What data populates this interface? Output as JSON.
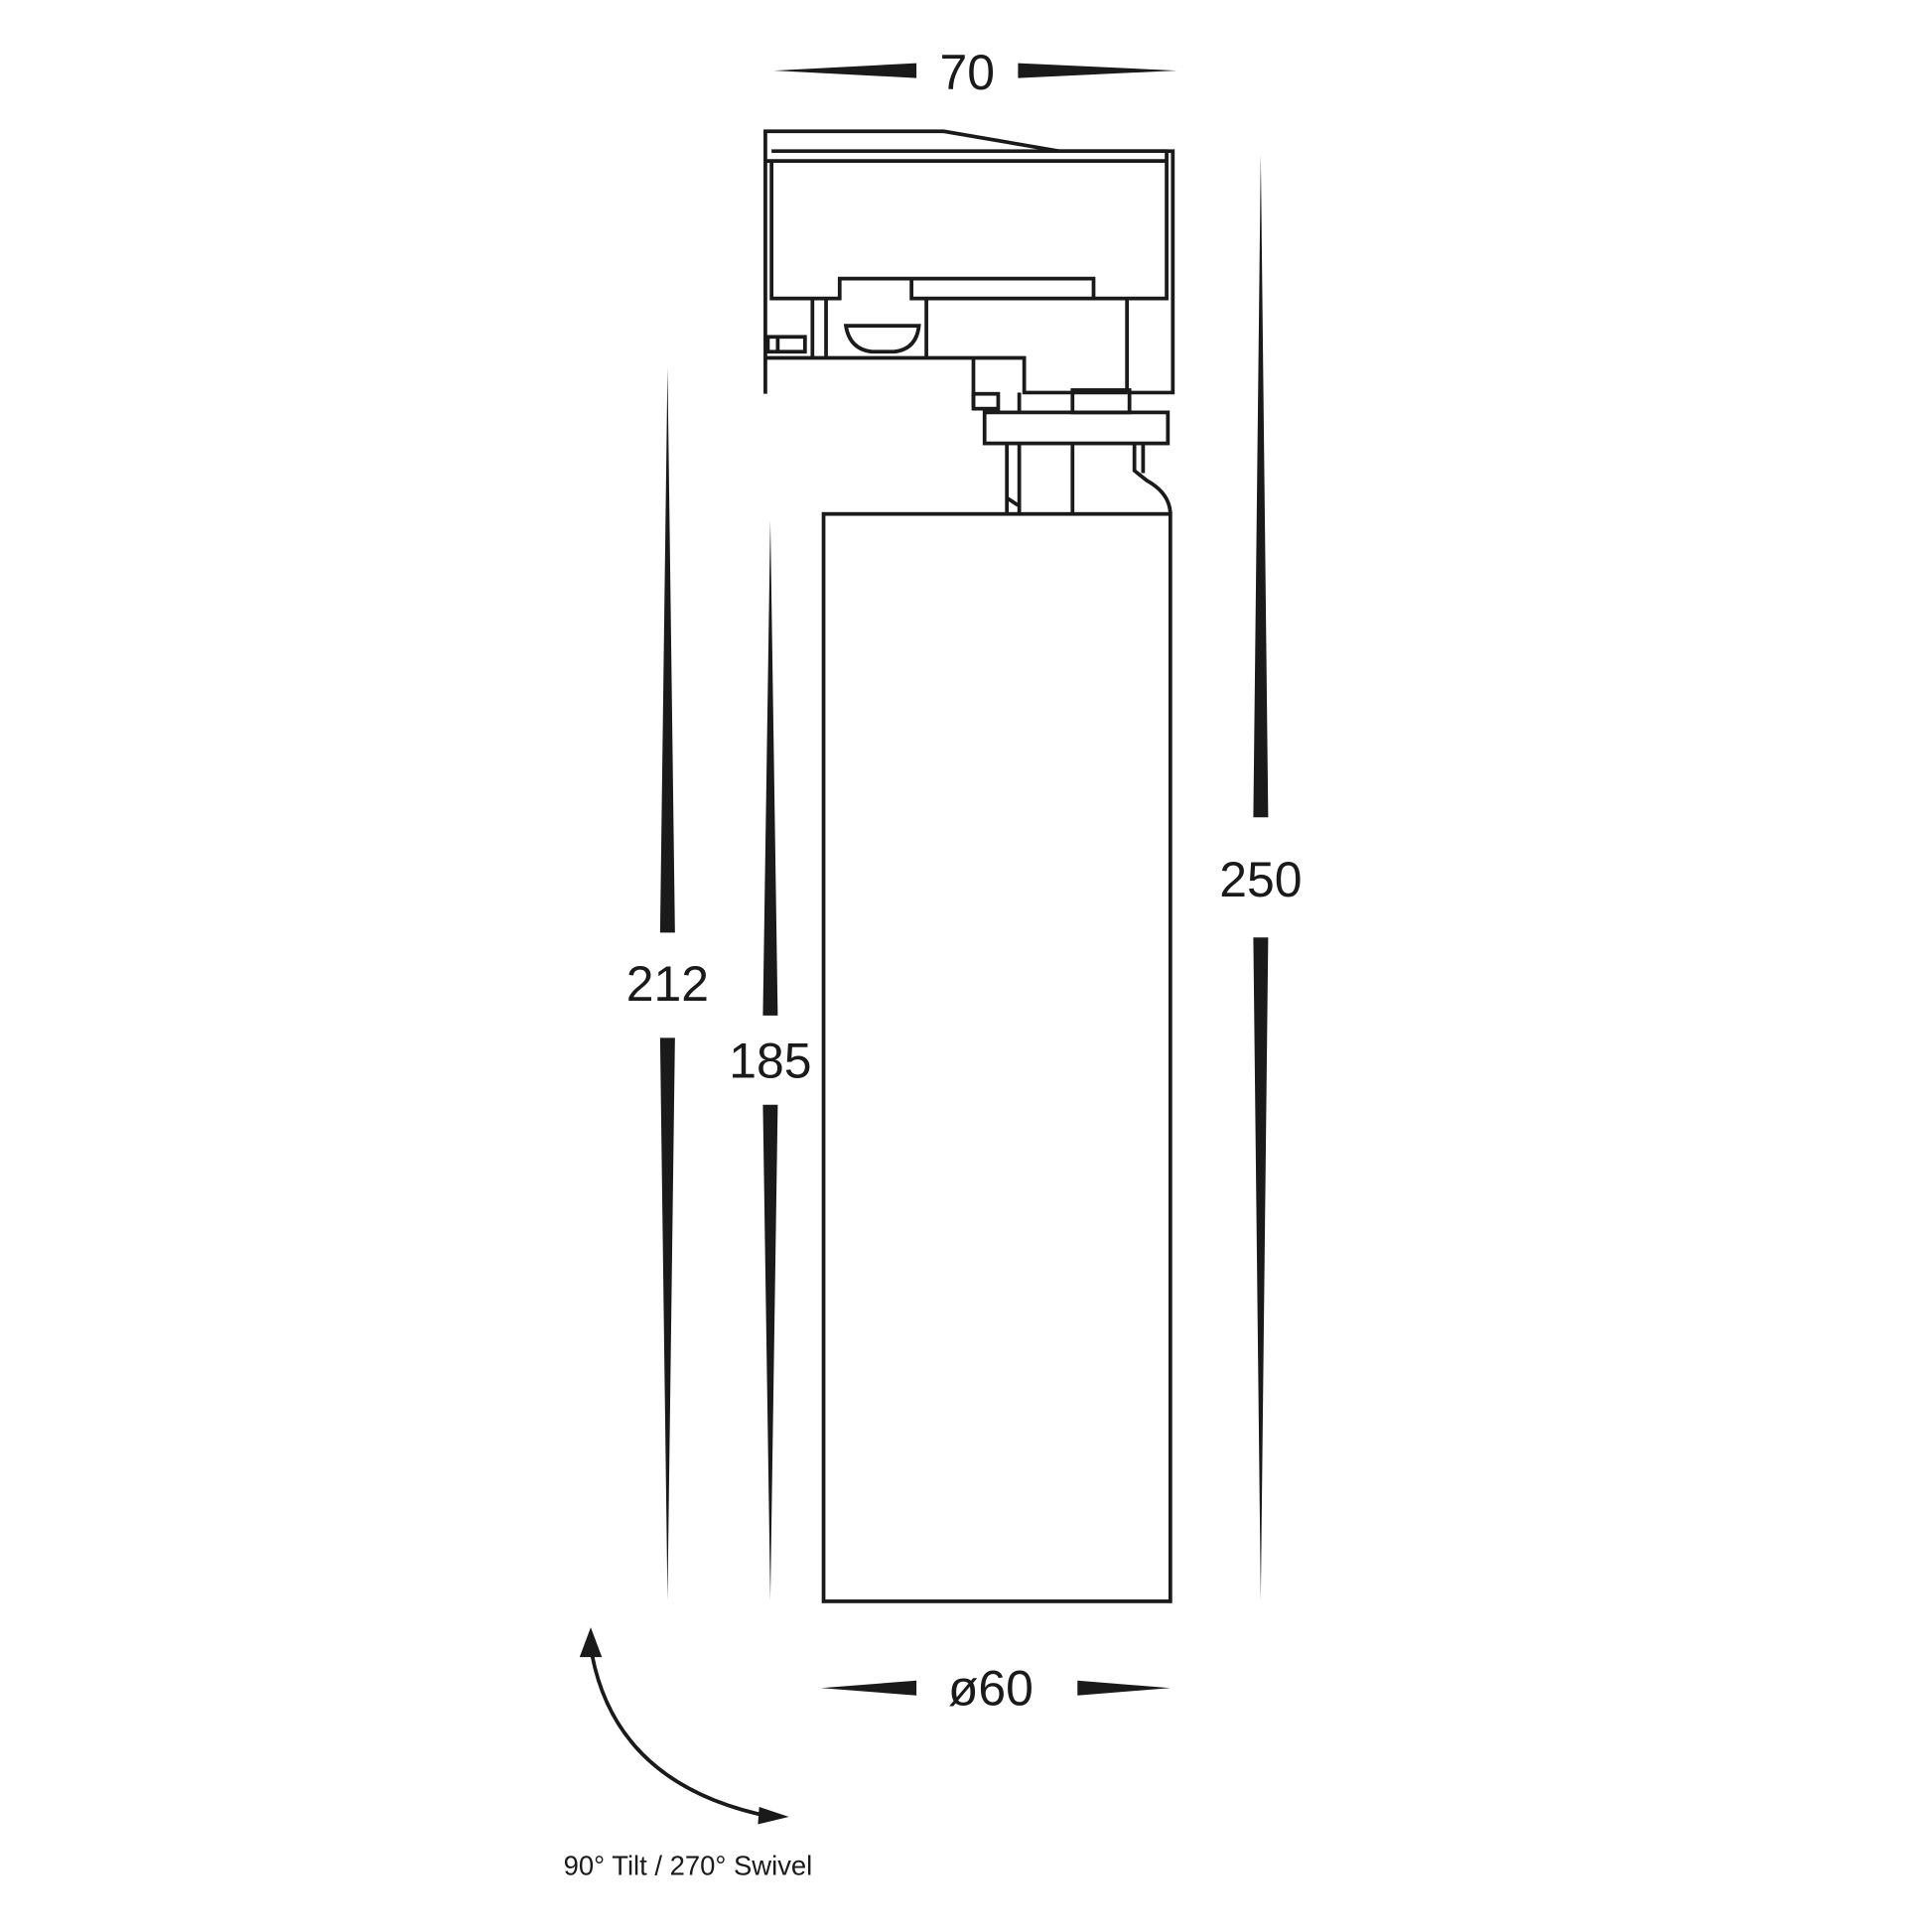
{
  "dimensions": {
    "width_top": "70",
    "overall_height": "250",
    "height_to_mount": "212",
    "body_height": "185",
    "diameter": "ø60"
  },
  "note": "90° Tilt / 270° Swivel",
  "colors": {
    "line": "#1a1a1a",
    "background": "#ffffff"
  }
}
